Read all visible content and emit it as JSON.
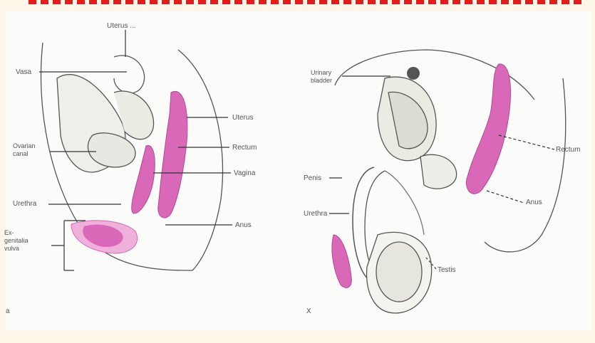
{
  "colors": {
    "organ_pink": "#d968b8",
    "organ_light": "#efb0dc",
    "line": "#333333",
    "background": "#fbfbf9",
    "border_dash": "#e21c1c"
  },
  "left_diagram": {
    "labels": {
      "top": "Uterus ...",
      "left1": "Vasa",
      "left2": "Ovarian\ncanal",
      "left3": "Urethra",
      "left4": "Ex-\ngenitalia\nvulva",
      "right1": "Uterus",
      "right2": "Rectum",
      "right3": "Vagina",
      "right4": "Anus"
    },
    "panel_mark": "a"
  },
  "right_diagram": {
    "labels": {
      "left1": "Urinary\nbladder",
      "left2": "Penis",
      "left3": "Urethra",
      "right1": "Rectum",
      "right2": "Anus",
      "right3": "Testis"
    },
    "panel_mark": "X"
  }
}
